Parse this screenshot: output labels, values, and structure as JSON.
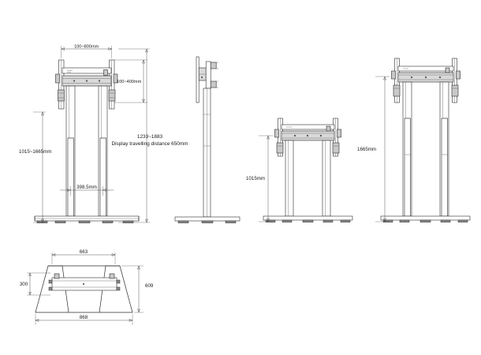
{
  "drawing": {
    "title": "Display Floor Stand – Dimensioned Elevations and Plan",
    "units": "mm",
    "background_color": "#ffffff",
    "line_color": "#2b2b2b"
  },
  "views": {
    "view1": {
      "name": "front-elevation-raised",
      "dimensions": {
        "vesa_horizontal": "100~800mm",
        "vesa_vertical": "100~400mm",
        "column_height_range": "1015~1665mm",
        "column_spacing": "398.5mm"
      },
      "note_line1": "1233~1883",
      "note_line2": "Display travelling distance 650mm"
    },
    "view2": {
      "name": "side-elevation",
      "dimensions": {}
    },
    "view3": {
      "name": "front-elevation-lowered",
      "dimensions": {
        "height": "1015mm"
      }
    },
    "view4": {
      "name": "front-elevation-extended",
      "dimensions": {
        "height": "1665mm"
      }
    },
    "view5": {
      "name": "plan-view-base",
      "dimensions": {
        "top_width": "663",
        "left_depth": "300",
        "right_depth": "609",
        "bottom_width": "868"
      }
    }
  },
  "labels": {
    "vesa_horizontal": "100~800mm",
    "vesa_vertical": "100~400mm",
    "travel_range": "1233~1883",
    "travel_note": "Display travelling distance 650mm",
    "height_range": "1015~1665mm",
    "column_spacing": "398.5mm",
    "height_low": "1015mm",
    "height_high": "1665mm",
    "plan_top": "663",
    "plan_left": "300",
    "plan_right": "609",
    "plan_bottom": "868"
  }
}
